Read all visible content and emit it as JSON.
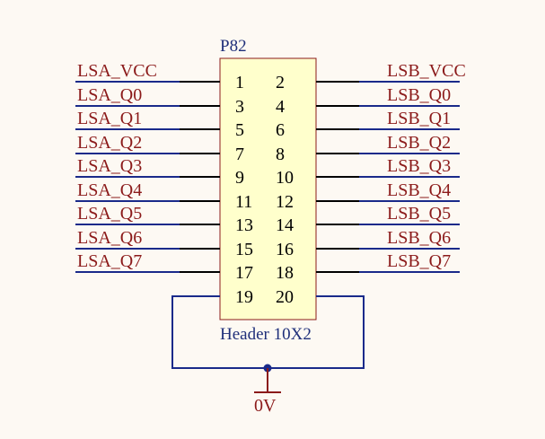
{
  "component": {
    "designator": "P82",
    "comment": "Header 10X2",
    "body_color": "#ffffcc",
    "body_border": "#8b1a1a"
  },
  "left_pins": [
    "1",
    "3",
    "5",
    "7",
    "9",
    "11",
    "13",
    "15",
    "17",
    "19"
  ],
  "right_pins": [
    "2",
    "4",
    "6",
    "8",
    "10",
    "12",
    "14",
    "16",
    "18",
    "20"
  ],
  "left_nets": [
    "LSA_VCC",
    "LSA_Q0",
    "LSA_Q1",
    "LSA_Q2",
    "LSA_Q3",
    "LSA_Q4",
    "LSA_Q5",
    "LSA_Q6",
    "LSA_Q7"
  ],
  "right_nets": [
    "LSB_VCC",
    "LSB_Q0",
    "LSB_Q1",
    "LSB_Q2",
    "LSB_Q3",
    "LSB_Q4",
    "LSB_Q5",
    "LSB_Q6",
    "LSB_Q7"
  ],
  "ground": {
    "label": "0V"
  },
  "colors": {
    "wire": "#1a2a8a",
    "pin_line": "#000000",
    "net_label": "#8b1a1a",
    "junction": "#1a2a8a",
    "background": "#fdf9f3"
  }
}
